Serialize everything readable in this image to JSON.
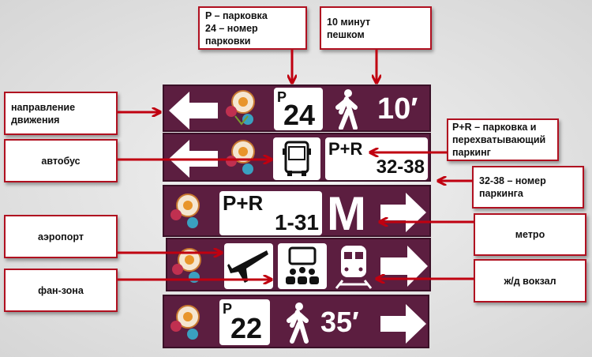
{
  "callouts": {
    "parking": [
      "P – парковка",
      "24 – номер парковки"
    ],
    "walk": [
      "10 минут",
      "пешком"
    ],
    "direction": [
      "направление",
      "движения"
    ],
    "bus": "автобус",
    "park_ride": [
      "P+R – парковка и",
      "перехватывающий",
      "паркинг"
    ],
    "parking_range": [
      "32-38 – номер",
      "паркинга"
    ],
    "airport": "аэропорт",
    "fan_zone": "фан-зона",
    "metro": "метро",
    "railway": "ж/д вокзал"
  },
  "signs": {
    "row1": {
      "p": "P",
      "num": "24",
      "time": "10′"
    },
    "row2": {
      "pr": "P+R",
      "range": "32-38"
    },
    "row3": {
      "pr": "P+R",
      "range": "1-31",
      "metro": "M"
    },
    "row5": {
      "p": "P",
      "num": "22",
      "time": "35′"
    }
  },
  "colors": {
    "sign": "#5c1e40",
    "accent": "#c00010"
  }
}
